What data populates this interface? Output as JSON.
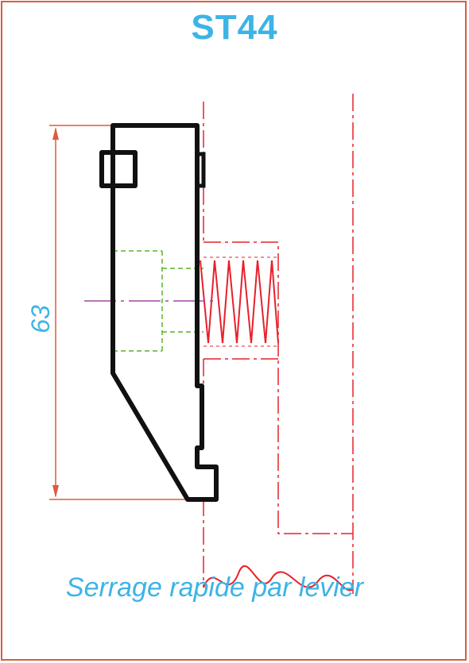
{
  "title": "ST44",
  "dimension": {
    "value": "63"
  },
  "caption": "Serrage rapide par levier",
  "colors": {
    "frame": "#e05a3c",
    "text": "#3cb4e6",
    "part_outline": "#111111",
    "dimension_line": "#e05a3c",
    "hidden_lines": "#e8202a",
    "spring": "#e8202a",
    "green_hidden": "#5ab42a",
    "axis": "#a04aa0"
  }
}
